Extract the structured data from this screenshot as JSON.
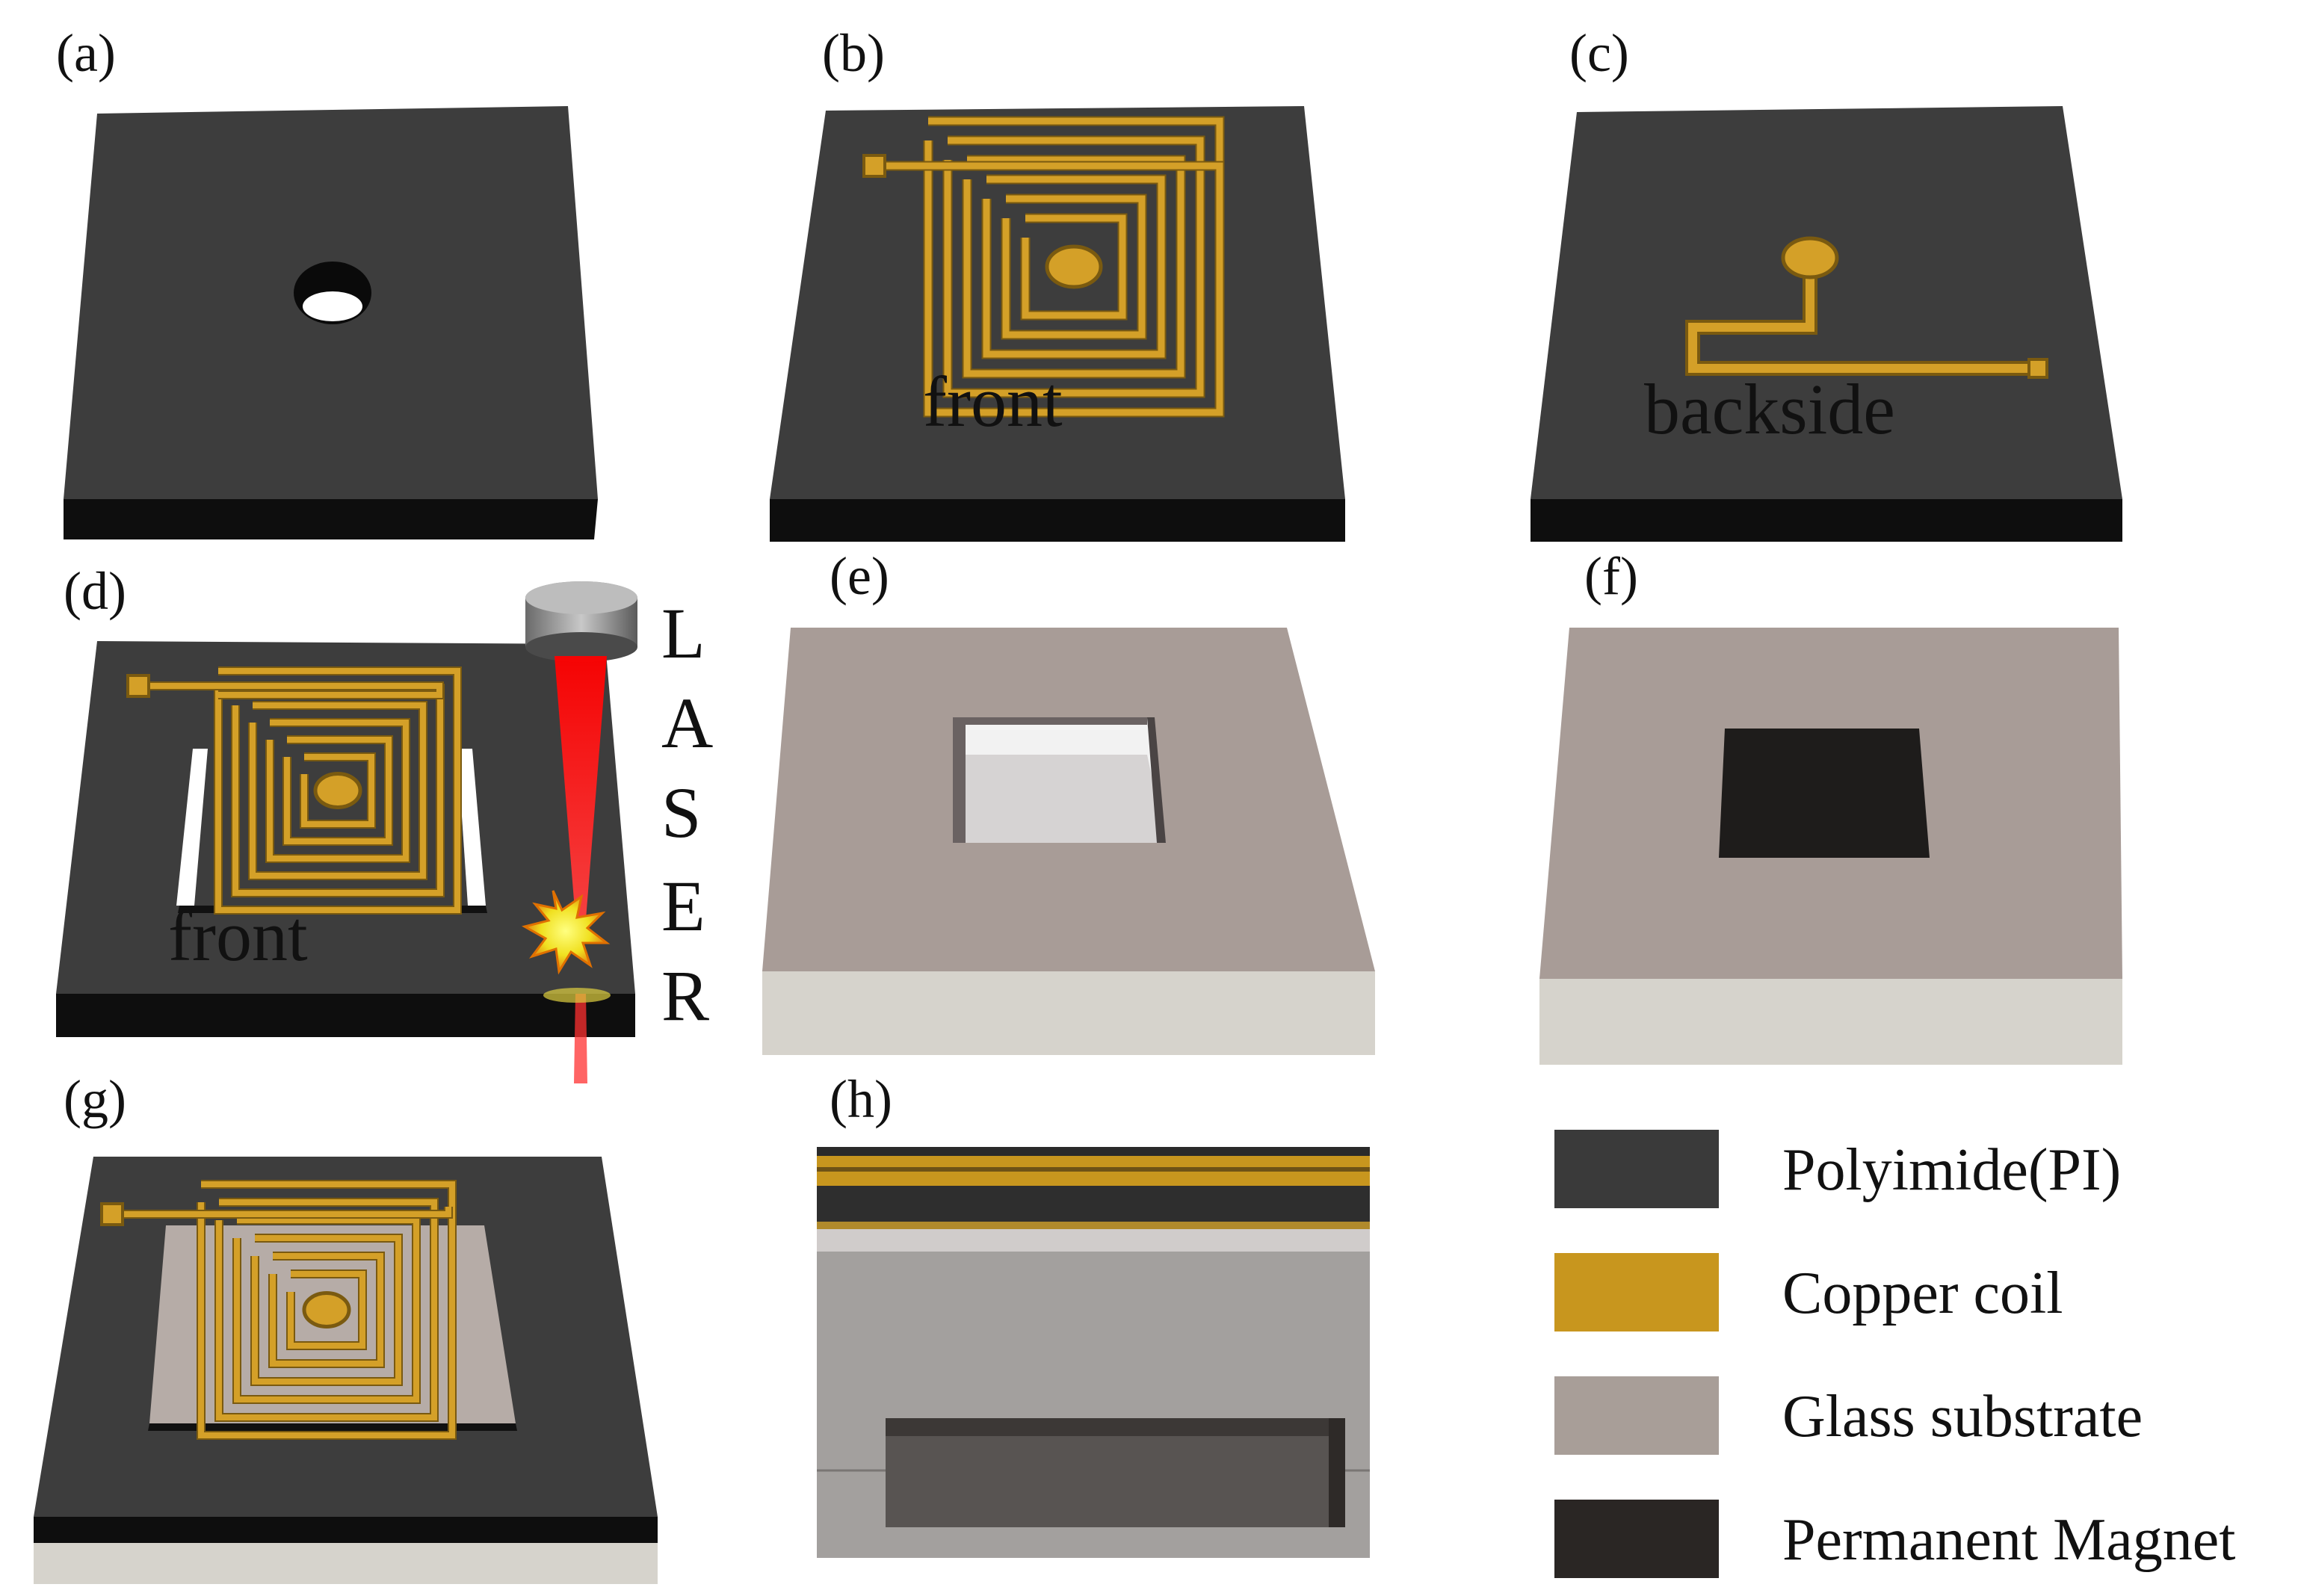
{
  "panels": {
    "a": {
      "label": "(a)"
    },
    "b": {
      "label": "(b)",
      "side_text": "front"
    },
    "c": {
      "label": "(c)",
      "side_text": "backside"
    },
    "d": {
      "label": "(d)",
      "side_text": "front",
      "laser_letters": [
        "L",
        "A",
        "S",
        "E",
        "R"
      ]
    },
    "e": {
      "label": "(e)"
    },
    "f": {
      "label": "(f)"
    },
    "g": {
      "label": "(g)"
    },
    "h": {
      "label": "(h)"
    }
  },
  "legend": {
    "items": [
      {
        "label": "Polyimide(PI)",
        "color": "#3a3a3a"
      },
      {
        "label": "Copper coil",
        "color": "#c8961e"
      },
      {
        "label": "Glass substrate",
        "color": "#a89e98"
      },
      {
        "label": "Permanent Magnet",
        "color": "#2a2624"
      }
    ]
  },
  "colors": {
    "pi_top": "#3d3d3d",
    "pi_side": "#0e0e0e",
    "copper": "#d4a028",
    "copper_edge": "#7a5a10",
    "glass_top": "#a89c97",
    "glass_side": "#d6d3cc",
    "magnet": "#1e1c1b",
    "laser": "#ff1010"
  }
}
